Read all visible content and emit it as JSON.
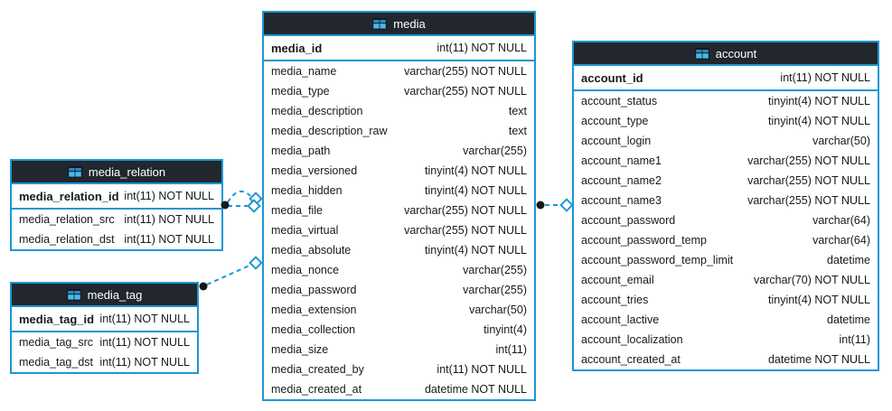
{
  "diagram": {
    "colors": {
      "table_border": "#1e96d2",
      "header_bg": "#22272e",
      "header_text": "#ffffff",
      "row_text": "#17191b",
      "connector": "#1e96d2",
      "endpoint_dot": "#15181b",
      "icon_header_cell": "#2e89bd",
      "icon_body_cell": "#49b8ec"
    },
    "tables": [
      {
        "name": "media_relation",
        "pk": {
          "name": "media_relation_id",
          "type": "int(11) NOT NULL"
        },
        "rows": [
          {
            "name": "media_relation_src",
            "type": "int(11) NOT NULL"
          },
          {
            "name": "media_relation_dst",
            "type": "int(11) NOT NULL"
          }
        ]
      },
      {
        "name": "media_tag",
        "pk": {
          "name": "media_tag_id",
          "type": "int(11) NOT NULL"
        },
        "rows": [
          {
            "name": "media_tag_src",
            "type": "int(11) NOT NULL"
          },
          {
            "name": "media_tag_dst",
            "type": "int(11) NOT NULL"
          }
        ]
      },
      {
        "name": "media",
        "pk": {
          "name": "media_id",
          "type": "int(11) NOT NULL"
        },
        "rows": [
          {
            "name": "media_name",
            "type": "varchar(255) NOT NULL"
          },
          {
            "name": "media_type",
            "type": "varchar(255) NOT NULL"
          },
          {
            "name": "media_description",
            "type": "text"
          },
          {
            "name": "media_description_raw",
            "type": "text"
          },
          {
            "name": "media_path",
            "type": "varchar(255)"
          },
          {
            "name": "media_versioned",
            "type": "tinyint(4) NOT NULL"
          },
          {
            "name": "media_hidden",
            "type": "tinyint(4) NOT NULL"
          },
          {
            "name": "media_file",
            "type": "varchar(255) NOT NULL"
          },
          {
            "name": "media_virtual",
            "type": "varchar(255) NOT NULL"
          },
          {
            "name": "media_absolute",
            "type": "tinyint(4) NOT NULL"
          },
          {
            "name": "media_nonce",
            "type": "varchar(255)"
          },
          {
            "name": "media_password",
            "type": "varchar(255)"
          },
          {
            "name": "media_extension",
            "type": "varchar(50)"
          },
          {
            "name": "media_collection",
            "type": "tinyint(4)"
          },
          {
            "name": "media_size",
            "type": "int(11)"
          },
          {
            "name": "media_created_by",
            "type": "int(11) NOT NULL"
          },
          {
            "name": "media_created_at",
            "type": "datetime NOT NULL"
          }
        ]
      },
      {
        "name": "account",
        "pk": {
          "name": "account_id",
          "type": "int(11) NOT NULL"
        },
        "rows": [
          {
            "name": "account_status",
            "type": "tinyint(4) NOT NULL"
          },
          {
            "name": "account_type",
            "type": "tinyint(4) NOT NULL"
          },
          {
            "name": "account_login",
            "type": "varchar(50)"
          },
          {
            "name": "account_name1",
            "type": "varchar(255) NOT NULL"
          },
          {
            "name": "account_name2",
            "type": "varchar(255) NOT NULL"
          },
          {
            "name": "account_name3",
            "type": "varchar(255) NOT NULL"
          },
          {
            "name": "account_password",
            "type": "varchar(64)"
          },
          {
            "name": "account_password_temp",
            "type": "varchar(64)"
          },
          {
            "name": "account_password_temp_limit",
            "type": "datetime"
          },
          {
            "name": "account_email",
            "type": "varchar(70) NOT NULL"
          },
          {
            "name": "account_tries",
            "type": "tinyint(4) NOT NULL"
          },
          {
            "name": "account_lactive",
            "type": "datetime"
          },
          {
            "name": "account_localization",
            "type": "int(11)"
          },
          {
            "name": "account_created_at",
            "type": "datetime NOT NULL"
          }
        ]
      }
    ],
    "relations": [
      {
        "from": "media_relation",
        "to": "media",
        "line": "dashed"
      },
      {
        "from": "media_relation",
        "to": "media",
        "line": "dashed-arc"
      },
      {
        "from": "media_tag",
        "to": "media",
        "line": "dashed"
      },
      {
        "from": "media",
        "to": "account",
        "line": "dashed"
      }
    ]
  }
}
